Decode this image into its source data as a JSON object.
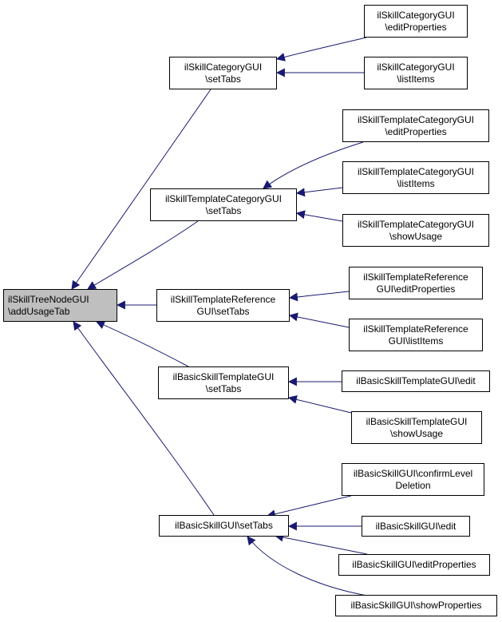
{
  "colors": {
    "edge": "#191970",
    "node_border": "#000000",
    "root_fill": "#bfbfbf"
  },
  "nodes": {
    "root": {
      "line1": "ilSkillTreeNodeGUI",
      "line2": "\\addUsageTab"
    },
    "cat_settabs": {
      "line1": "ilSkillCategoryGUI",
      "line2": "\\setTabs"
    },
    "cat_editprops": {
      "line1": "ilSkillCategoryGUI",
      "line2": "\\editProperties"
    },
    "cat_listitems": {
      "line1": "ilSkillCategoryGUI",
      "line2": "\\listItems"
    },
    "tplcat_settabs": {
      "line1": "ilSkillTemplateCategoryGUI",
      "line2": "\\setTabs"
    },
    "tplcat_editprops": {
      "line1": "ilSkillTemplateCategoryGUI",
      "line2": "\\editProperties"
    },
    "tplcat_listitems": {
      "line1": "ilSkillTemplateCategoryGUI",
      "line2": "\\listItems"
    },
    "tplcat_showusage": {
      "line1": "ilSkillTemplateCategoryGUI",
      "line2": "\\showUsage"
    },
    "tplref_settabs": {
      "line1": "ilSkillTemplateReference",
      "line2": "GUI\\setTabs"
    },
    "tplref_editprops": {
      "line1": "ilSkillTemplateReference",
      "line2": "GUI\\editProperties"
    },
    "tplref_listitems": {
      "line1": "ilSkillTemplateReference",
      "line2": "GUI\\listItems"
    },
    "bst_settabs": {
      "line1": "ilBasicSkillTemplateGUI",
      "line2": "\\setTabs"
    },
    "bst_edit": {
      "line1": "ilBasicSkillTemplateGUI\\edit"
    },
    "bst_showusage": {
      "line1": "ilBasicSkillTemplateGUI",
      "line2": "\\showUsage"
    },
    "bs_settabs": {
      "line1": "ilBasicSkillGUI\\setTabs"
    },
    "bs_confirm": {
      "line1": "ilBasicSkillGUI\\confirmLevel",
      "line2": "Deletion"
    },
    "bs_edit": {
      "line1": "ilBasicSkillGUI\\edit"
    },
    "bs_editprops": {
      "line1": "ilBasicSkillGUI\\editProperties"
    },
    "bs_showprops": {
      "line1": "ilBasicSkillGUI\\showProperties"
    }
  }
}
